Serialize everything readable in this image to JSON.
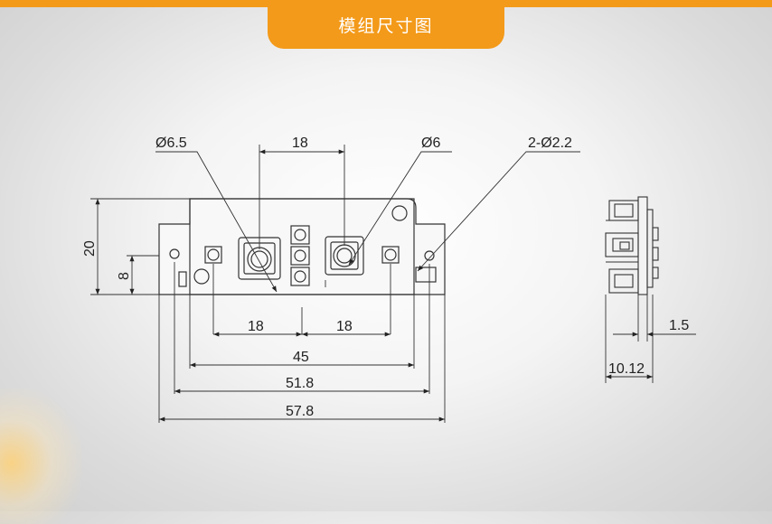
{
  "header": {
    "title": "模组尺寸图"
  },
  "front_view": {
    "dims": {
      "hole_large": "Ø6.5",
      "spacing_top": "18",
      "hole_small": "Ø6",
      "mount_holes": "2-Ø2.2",
      "height_total": "20",
      "height_offset": "8",
      "spacing_left": "18",
      "spacing_right": "18",
      "width_body": "45",
      "width_mount": "51.8",
      "width_total": "57.8"
    }
  },
  "side_view": {
    "dims": {
      "thickness": "1.5",
      "depth": "10.12"
    }
  },
  "colors": {
    "accent": "#f39a1a",
    "line": "#333333"
  }
}
